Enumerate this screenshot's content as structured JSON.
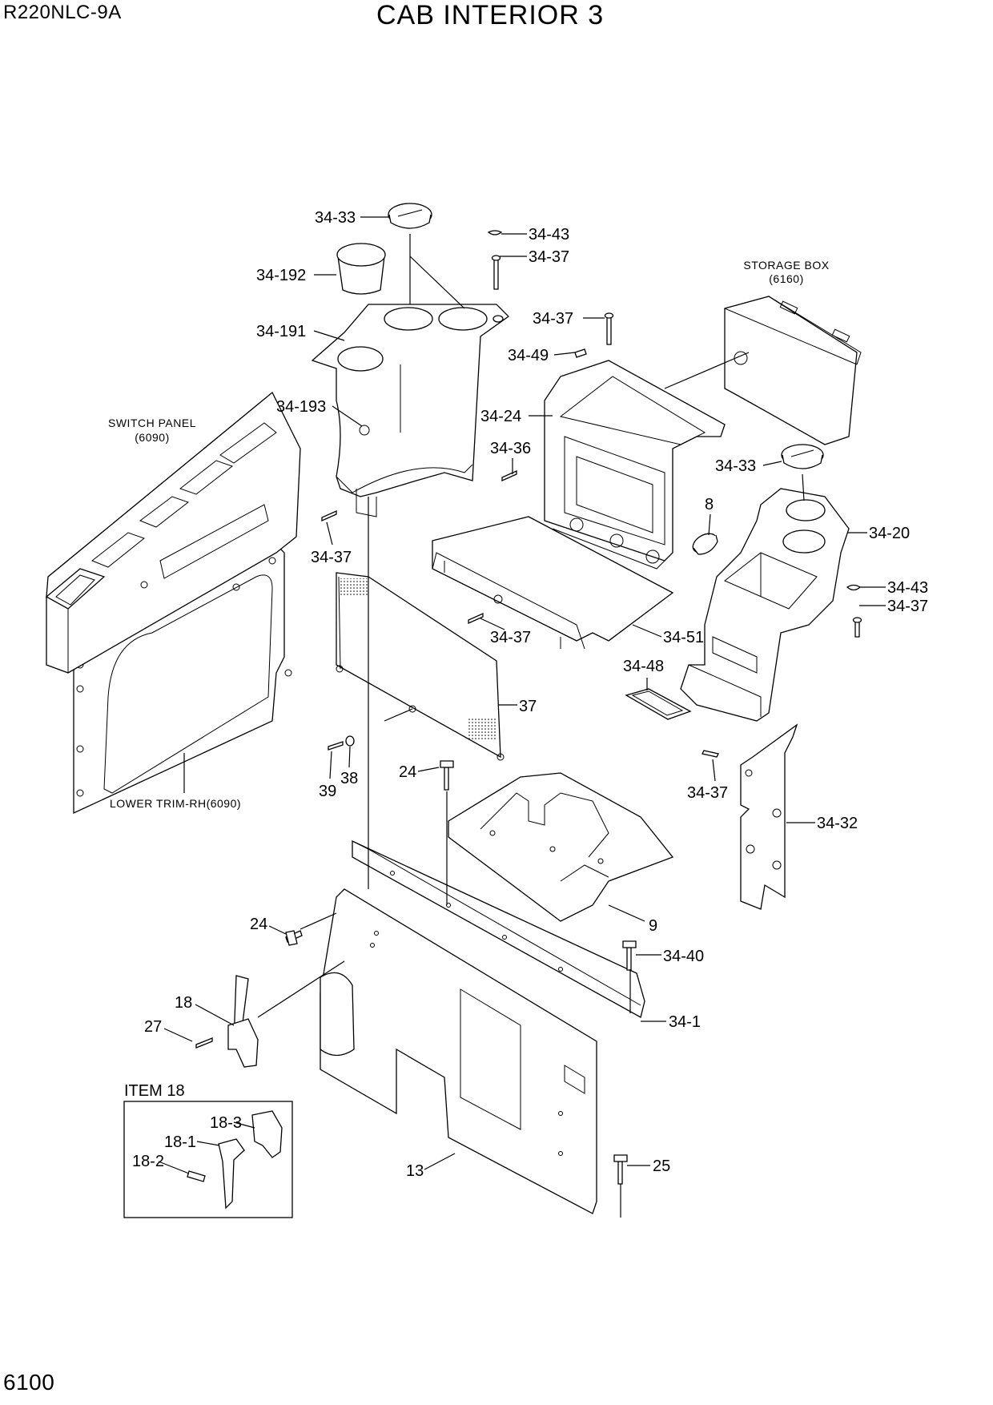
{
  "header": {
    "model": "R220NLC-9A",
    "title": "CAB INTERIOR 3"
  },
  "footer": {
    "page_number": "6100"
  },
  "references": {
    "switch_panel": [
      "SWITCH PANEL",
      "(6090)"
    ],
    "storage_box": [
      "STORAGE BOX",
      "(6160)"
    ],
    "lower_trim": "LOWER TRIM-RH(6090)"
  },
  "inset": {
    "title": "ITEM 18"
  },
  "callouts": {
    "c_34_33_top": "34-33",
    "c_34_43_top": "34-43",
    "c_34_37_top": "34-37",
    "c_34_192": "34-192",
    "c_34_191": "34-191",
    "c_34_193": "34-193",
    "c_34_37_a": "34-37",
    "c_34_49": "34-49",
    "c_34_24": "34-24",
    "c_34_36": "34-36",
    "c_34_33_right": "34-33",
    "c_8": "8",
    "c_34_20": "34-20",
    "c_34_43_right": "34-43",
    "c_34_37_right": "34-37",
    "c_34_37_left": "34-37",
    "c_34_37_mid": "34-37",
    "c_34_51": "34-51",
    "c_34_48": "34-48",
    "c_37": "37",
    "c_39": "39",
    "c_38": "38",
    "c_24_a": "24",
    "c_34_37_lower": "34-37",
    "c_34_32": "34-32",
    "c_9": "9",
    "c_24_b": "24",
    "c_34_40": "34-40",
    "c_18": "18",
    "c_27": "27",
    "c_34_1": "34-1",
    "c_18_3": "18-3",
    "c_18_1": "18-1",
    "c_18_2": "18-2",
    "c_13": "13",
    "c_25": "25"
  }
}
